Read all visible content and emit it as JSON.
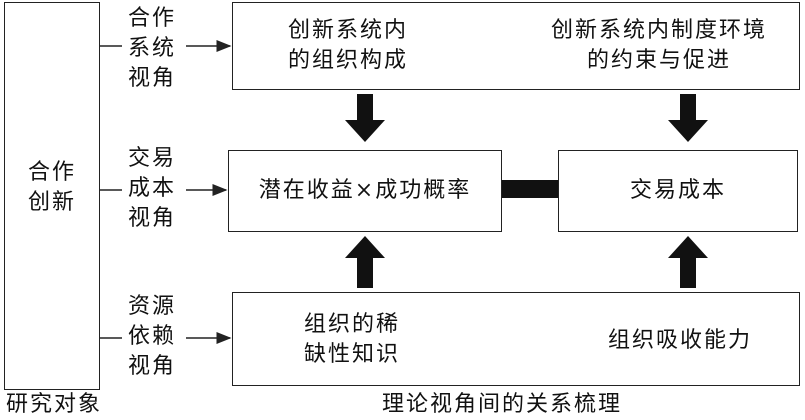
{
  "research_object": {
    "box_label": "合作\n创新",
    "caption": "研究对象"
  },
  "perspectives": [
    {
      "label": "合作\n系统\n视角"
    },
    {
      "label": "交易\n成本\n视角"
    },
    {
      "label": "资源\n依赖\n视角"
    }
  ],
  "top_row": {
    "left_text": "创新系统内\n的组织构成",
    "right_text": "创新系统内制度环境\n的约束与促进"
  },
  "middle_row": {
    "left_text": "潜在收益×成功概率",
    "right_text": "交易成本"
  },
  "bottom_row": {
    "left_text": "组织的稀\n缺性知识",
    "right_text": "组织吸收能力"
  },
  "caption_main": "理论视角间的关系梳理"
}
